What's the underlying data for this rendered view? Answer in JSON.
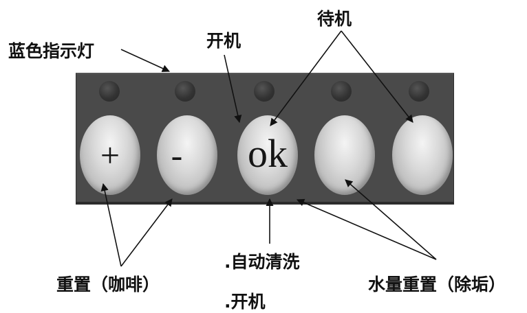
{
  "labels": {
    "blue_indicator": "蓝色指示灯",
    "power_on_top": "开机",
    "standby": "待机",
    "reset_coffee": "重置（咖啡）",
    "auto_clean": ".自动清洗",
    "power_on_bottom": ".开机",
    "water_reset": "水量重置（除垢）"
  },
  "buttons": {
    "plus": "+",
    "minus": "-",
    "ok": "ok"
  },
  "colors": {
    "panel": "#4a4a4a",
    "button": "#d9d9d9",
    "text": "#111111"
  }
}
